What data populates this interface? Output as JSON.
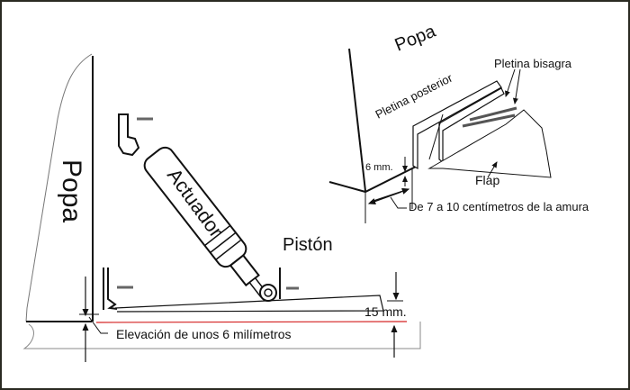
{
  "left_diagram": {
    "transom_label": "Popa",
    "actuator_label": "Actuador",
    "piston_label": "Pistón",
    "height_label": "15 mm.",
    "elevation_label": "Elevación de unos 6 milímetros"
  },
  "right_diagram": {
    "transom_label": "Popa",
    "rear_plate_label": "Pletina posterior",
    "hinge_plate_label": "Pletina bisagra",
    "gap_label": "6 mm.",
    "flap_label": "Flap",
    "distance_label": "De 7 a 10 centímetros de la amura"
  },
  "colors": {
    "line": "#111111",
    "reference_line": "#d42020",
    "border": "#2a2a22"
  }
}
